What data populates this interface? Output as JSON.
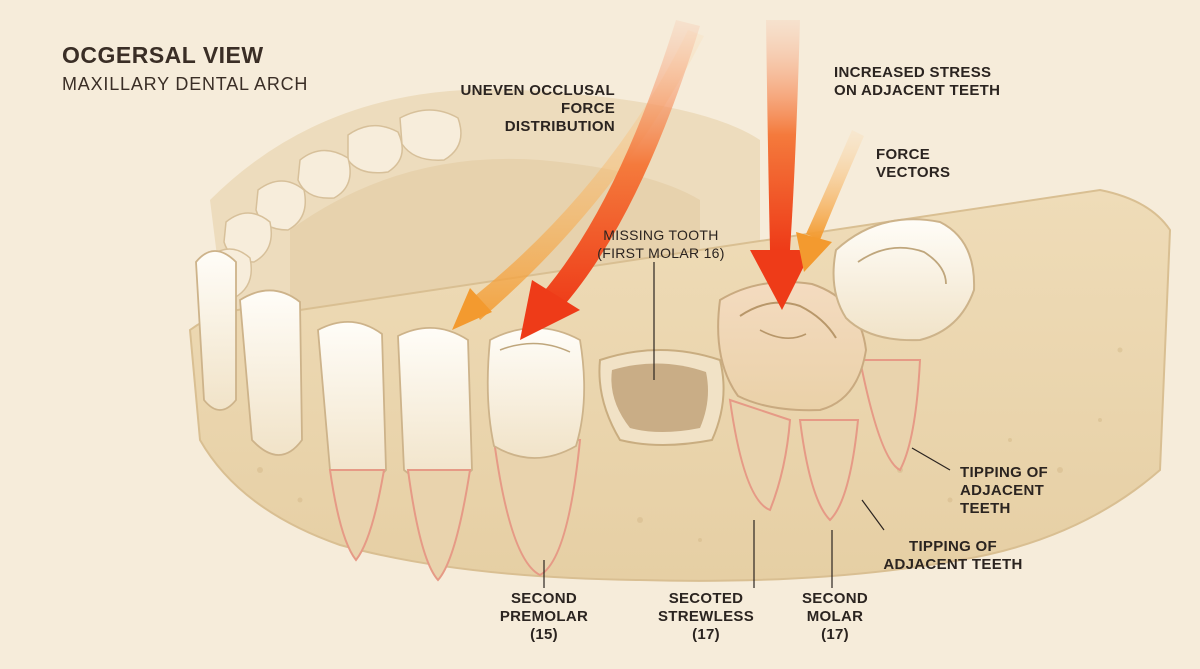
{
  "header": {
    "title": "OCGERSAL VIEW",
    "subtitle": "MAXILLARY DENTAL ARCH"
  },
  "labels": {
    "uneven_force": [
      "UNEVEN OCCLUSAL",
      "FORCE",
      "DISTRIBUTION"
    ],
    "increased_stress": [
      "INCREASED STRESS",
      "ON ADJACENT TEETH"
    ],
    "force_vectors": [
      "FORCE",
      "VECTORS"
    ],
    "missing_tooth": [
      "MISSING TOOTH",
      "(FIRST MOLAR 16)"
    ],
    "tipping_upper": [
      "TIPPING OF",
      "ADJACENT",
      "TEETH"
    ],
    "tipping_lower": [
      "TIPPING OF",
      "ADJACENT TEETH"
    ],
    "second_premolar": [
      "SECOND",
      "PREMOLAR",
      "(15)"
    ],
    "secoted_strewless": [
      "SECOTED",
      "STREWLESS",
      "(17)"
    ],
    "second_molar": [
      "SECOND",
      "MOLAR",
      "(17)"
    ]
  },
  "colors": {
    "background": "#f6ecda",
    "bone": "#ecd9b4",
    "enamel": "#fbf5ea",
    "gum": "#f1b3a3",
    "arrow_red": "#f0471f",
    "arrow_orange": "#f59a2e",
    "leader_line": "#2b2420"
  }
}
